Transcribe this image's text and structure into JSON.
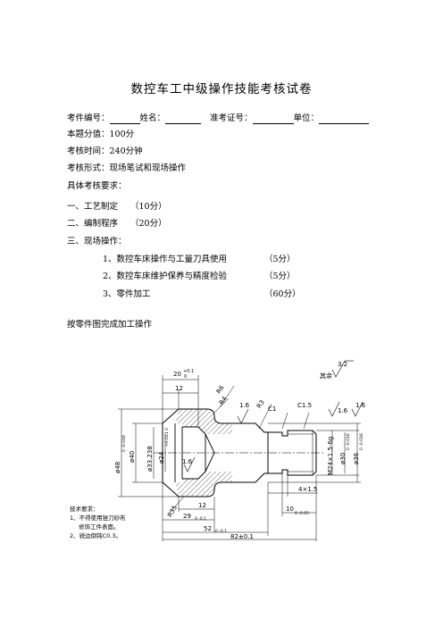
{
  "header": {
    "title": "数控车工中级操作技能考核试卷"
  },
  "info": {
    "exam_id_label": "考件编号：",
    "name_label": "姓名：",
    "cert_label": "准考证号：",
    "unit_label": "单位：",
    "total_score": "本题分值：100分",
    "time": "考核时间：240分钟",
    "form": "考核形式：现场笔试和现场操作",
    "requirements": "具体考核要求："
  },
  "sections": [
    {
      "label": "一、工艺制定",
      "score": "（10分）"
    },
    {
      "label": "二、编制程序",
      "score": "（20分）"
    },
    {
      "label": "三、现场操作：",
      "score": ""
    }
  ],
  "subitems": [
    {
      "label": "1、数控车床操作与工量刀具使用",
      "score": "（5分）"
    },
    {
      "label": "2、数控车床维护保养与精度检验",
      "score": "（5分）"
    },
    {
      "label": "3、零件加工",
      "score": "（60分）"
    }
  ],
  "instruction": "按零件图完成加工操作",
  "drawing": {
    "rest_label": "其余",
    "rest_roughness": "3.2",
    "dims": {
      "d1": "20",
      "d1_tol_upper": "+0.1",
      "d1_tol_lower": "0",
      "d2": "12",
      "r6": "R6",
      "r4": "R4",
      "r3": "R3",
      "ra1": "1.6",
      "c1": "C1",
      "c15": "C1.5",
      "ra2": "1.6",
      "ra3": "1.6",
      "phi48": "ø48",
      "phi48_tol": "0 -0.016",
      "phi40": "ø40",
      "phi33": "ø33.238",
      "phi24": "ø24",
      "phi24_tol": "+0.021 0",
      "ra4": "1.6",
      "thread": "M24×1.5-6g",
      "phi30": "ø30",
      "phi30_tol": "0 -0.016",
      "phi36": "ø36",
      "phi36_tol": "0 -0.016",
      "groove": "4×1.5",
      "len10": "10",
      "len10_tol": "0 -0.05",
      "len12": "12",
      "len29": "29",
      "len29_tol": "0 -0.1",
      "r35": "R35",
      "len52": "52",
      "len52_tol": "0 -0.1",
      "len82": "82±0.1"
    },
    "notes": {
      "title": "技术要求：",
      "line1": "1、不得使用锉刀砂布",
      "line1b": "修饰工件表面。",
      "line2": "2、锐边倒钝C0.3。"
    }
  }
}
